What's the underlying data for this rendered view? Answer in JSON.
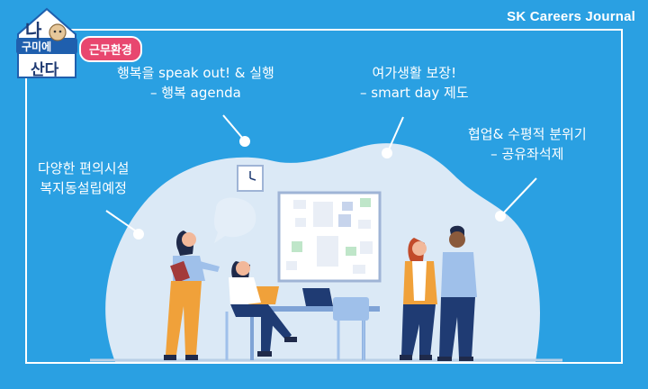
{
  "brand": {
    "journal_title": "SK Careers Journal",
    "logo_line1": "나",
    "logo_line2": "구미에",
    "logo_line3": "산다",
    "category_badge": "근무환경"
  },
  "captions": [
    {
      "line1": "행복을 speak out! & 실행",
      "line2": "– 행복 agenda"
    },
    {
      "line1": "여가생활 보장!",
      "line2": "– smart day 제도"
    },
    {
      "line1": "협업& 수평적 분위기",
      "line2": "– 공유좌석제"
    },
    {
      "line1": "다양한 편의시설",
      "line2": "복지동설립예정"
    }
  ],
  "colors": {
    "background": "#2aa0e2",
    "blob": "#dbe9f6",
    "badge": "#e8476f",
    "accent_orange": "#f0a13a",
    "navy": "#1f3b73"
  }
}
